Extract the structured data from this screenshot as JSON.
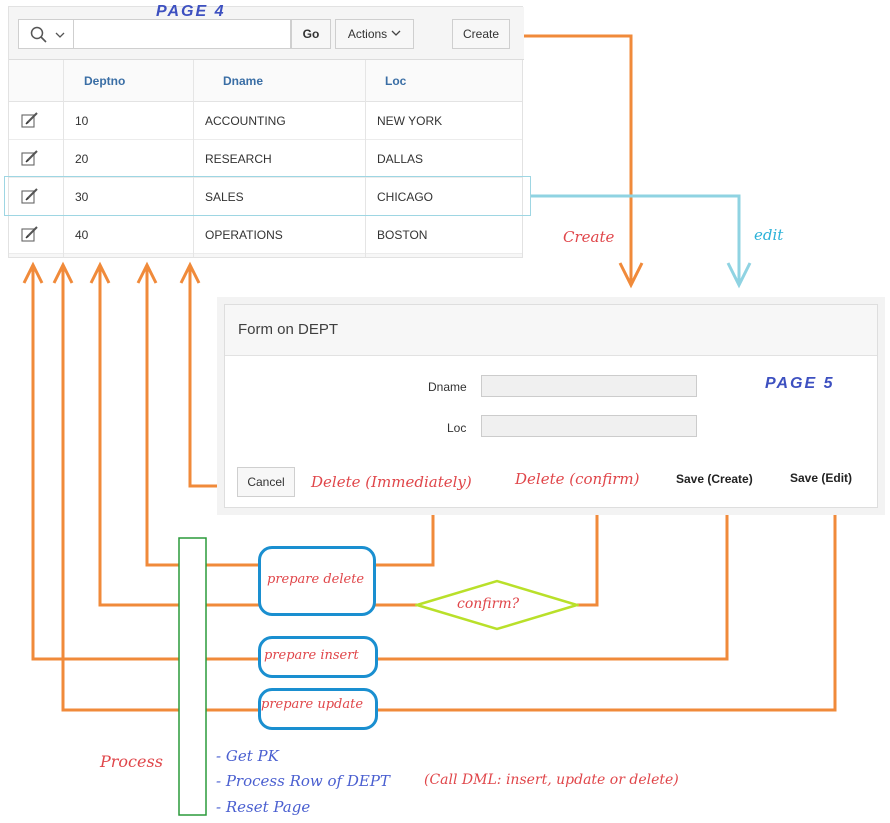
{
  "page4": {
    "title": "PAGE 4",
    "search_placeholder": "",
    "go_label": "Go",
    "actions_label": "Actions",
    "create_label": "Create",
    "columns": [
      "Deptno",
      "Dname",
      "Loc"
    ],
    "rows": [
      {
        "deptno": "10",
        "dname": "ACCOUNTING",
        "loc": "NEW YORK"
      },
      {
        "deptno": "20",
        "dname": "RESEARCH",
        "loc": "DALLAS"
      },
      {
        "deptno": "30",
        "dname": "SALES",
        "loc": "CHICAGO"
      },
      {
        "deptno": "40",
        "dname": "OPERATIONS",
        "loc": "BOSTON"
      }
    ]
  },
  "page5": {
    "title": "PAGE 5",
    "form_title": "Form on DEPT",
    "dname_label": "Dname",
    "loc_label": "Loc",
    "dname_value": "",
    "loc_value": "",
    "cancel_label": "Cancel",
    "delete_immediately": "Delete (Immediately)",
    "delete_confirm": "Delete (confirm)",
    "save_create": "Save (Create)",
    "save_edit": "Save (Edit)"
  },
  "annotations": {
    "create": "Create",
    "edit": "edit",
    "prepare_delete": "prepare delete",
    "confirm": "confirm?",
    "prepare_insert": "prepare insert",
    "prepare_update": "prepare update",
    "process": "Process",
    "steps": [
      "- Get PK",
      "- Process Row of DEPT",
      "- Reset Page"
    ],
    "dml_note": "(Call DML: insert, update or delete)"
  },
  "colors": {
    "flow": "#f08a3a",
    "edit_flow": "#8fd3e2",
    "prepare_box": "#1a8fd0",
    "confirm_diamond": "#b9e02a",
    "process_bar": "#2a9a3a"
  }
}
